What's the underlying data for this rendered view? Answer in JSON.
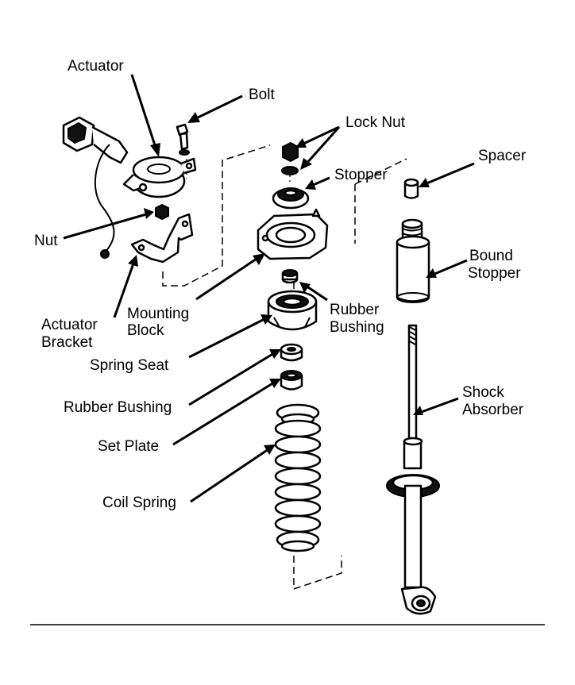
{
  "labels": {
    "actuator": "Actuator",
    "bolt": "Bolt",
    "lock_nut": "Lock Nut",
    "spacer": "Spacer",
    "stopper": "Stopper",
    "nut": "Nut",
    "bound_stopper_1": "Bound",
    "bound_stopper_2": "Stopper",
    "mounting_block_1": "Mounting",
    "mounting_block_2": "Block",
    "actuator_bracket_1": "Actuator",
    "actuator_bracket_2": "Bracket",
    "rubber_bushing_top_1": "Rubber",
    "rubber_bushing_top_2": "Bushing",
    "spring_seat": "Spring Seat",
    "rubber_bushing": "Rubber Bushing",
    "shock_absorber_1": "Shock",
    "shock_absorber_2": "Absorber",
    "set_plate": "Set Plate",
    "coil_spring": "Coil Spring"
  },
  "colors": {
    "ink": "#000000",
    "paper": "#ffffff"
  }
}
